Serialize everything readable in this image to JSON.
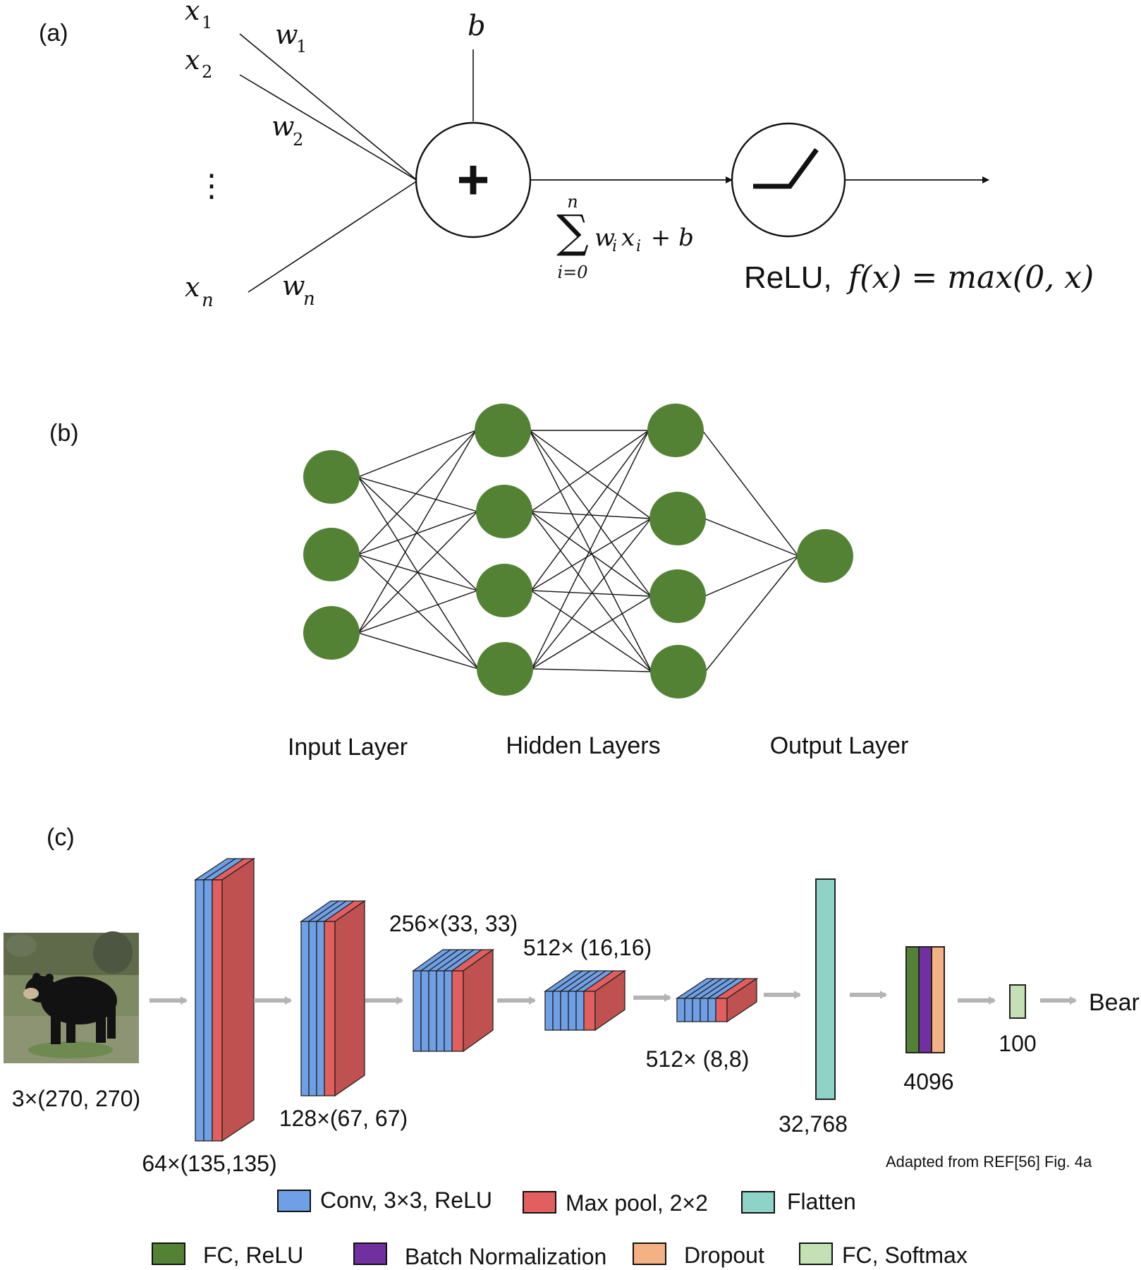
{
  "panel_a": {
    "label": "(a)",
    "inputs": [
      {
        "base": "x",
        "sub": "1"
      },
      {
        "base": "x",
        "sub": "2"
      },
      {
        "base": "x",
        "sub": "n"
      }
    ],
    "vdots": "⋮",
    "weights": [
      {
        "base": "w",
        "sub": "1"
      },
      {
        "base": "w",
        "sub": "2"
      },
      {
        "base": "w",
        "sub": "n"
      }
    ],
    "bias": "b",
    "sum_symbol": "+",
    "sum_formula": {
      "sigma": "∑",
      "upper": "n",
      "lower": "i=0",
      "w": "w",
      "wi": "i",
      "x": "x",
      "xi": "i",
      "tail": " + b"
    },
    "relu_label": "ReLU,",
    "relu_formula": "f(x) = max(0, x)"
  },
  "panel_b": {
    "label": "(b)",
    "layer_labels": [
      "Input Layer",
      "Hidden Layers",
      "Output Layer"
    ],
    "node_color": "#548235",
    "layer_sizes": [
      3,
      4,
      4,
      1
    ]
  },
  "panel_c": {
    "label": "(c)",
    "input_image": {
      "caption": "3×(270, 270)",
      "description_icon": "bear-photo"
    },
    "blocks": [
      {
        "caption": "64×(135,135)"
      },
      {
        "caption": "128×(67, 67)"
      },
      {
        "caption": "256×(33, 33)"
      },
      {
        "caption": "512× (16,16)"
      },
      {
        "caption": "512× (8,8)"
      },
      {
        "caption": "32,768"
      },
      {
        "caption": "4096"
      },
      {
        "caption": "100"
      }
    ],
    "output": "Bear",
    "credit": "Adapted from REF[56] Fig. 4a",
    "colors": {
      "conv": "#6fa0e6",
      "pool": "#e25f5f",
      "flatten": "#8fd3c7",
      "fc_relu": "#548235",
      "batchnorm": "#7030a0",
      "dropout": "#f4b183",
      "fc_softmax": "#c5e0b4"
    },
    "legend": [
      {
        "label": "Conv, 3×3, ReLU",
        "color": "#6fa0e6"
      },
      {
        "label": "Max pool, 2×2",
        "color": "#e25f5f"
      },
      {
        "label": "Flatten",
        "color": "#8fd3c7"
      },
      {
        "label": "FC, ReLU",
        "color": "#548235"
      },
      {
        "label": "Batch Normalization",
        "color": "#7030a0"
      },
      {
        "label": "Dropout",
        "color": "#f4b183"
      },
      {
        "label": "FC, Softmax",
        "color": "#c5e0b4"
      }
    ]
  }
}
